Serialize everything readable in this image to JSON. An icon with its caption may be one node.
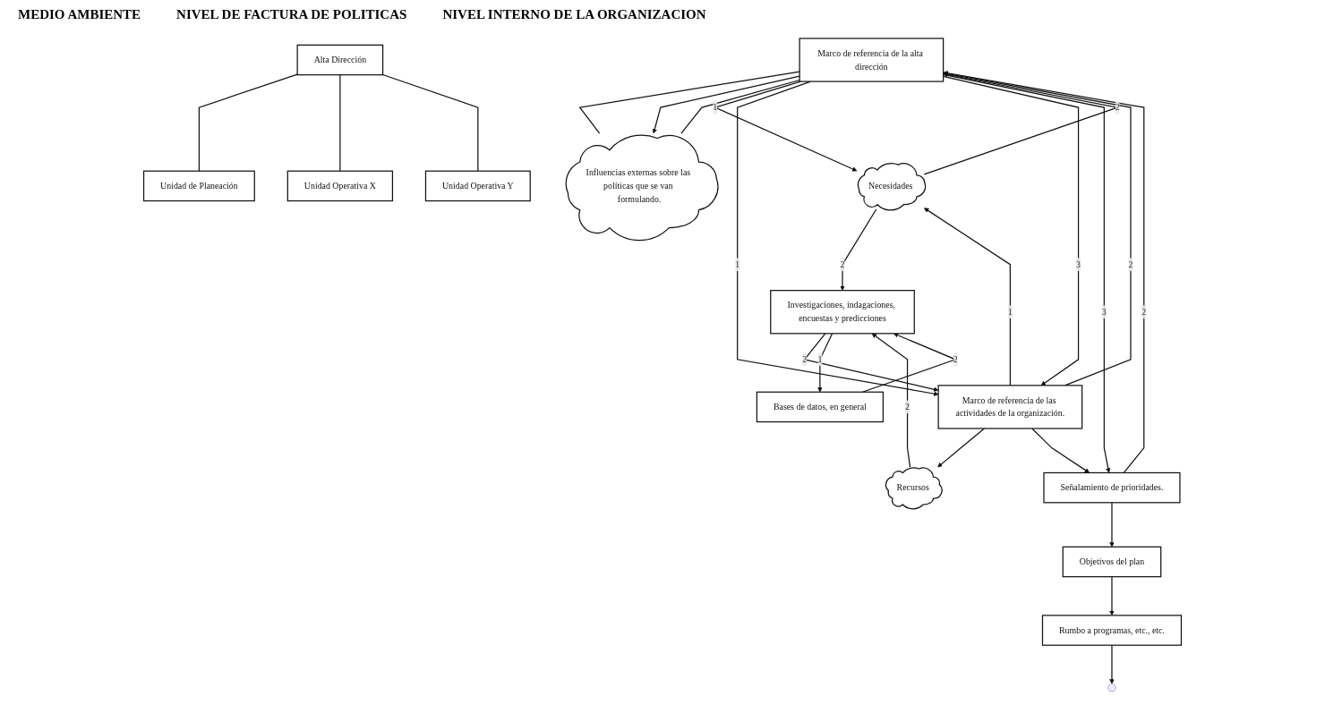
{
  "diagram": {
    "nodes": [
      {
        "text": [
          "Influencias externas sobre las políticas que se van formulando."
        ]
      },
      {
        "text": [
          "Marco de referencia de la alta dirección"
        ]
      },
      {
        "text": [
          "Necesidades"
        ]
      },
      {
        "text": [
          "Recursos"
        ]
      },
      {
        "text": [
          "Marco de referencia de las actividades de la organización."
        ]
      },
      {
        "text": [
          "Señalamiento de prioridades."
        ]
      },
      {
        "text": [
          "Objetivos del plan"
        ]
      },
      {
        "text": [
          "Rumbo a programas, etc., etc."
        ]
      },
      {
        "text": [
          "Bases de datos, en general"
        ]
      },
      {
        "text": [
          "Investigaciones, indagaciones, encuestas y predicciones"
        ]
      },
      {
        "text": [
          "Alta Dirección"
        ]
      },
      {
        "text": [
          "Unidad de Planeación"
        ]
      },
      {
        "text": [
          "Unidad Operativa X"
        ]
      },
      {
        "text": [
          "Unidad Operativa Y"
        ]
      }
    ],
    "edges": [
      {
        "from": 1,
        "to": 0,
        "arrow": "none"
      },
      {
        "from": 1,
        "to": 0,
        "arrow": "to"
      },
      {
        "from": 1,
        "to": 0,
        "arrow": "none"
      },
      {
        "from": 1,
        "to": 2,
        "label": "1",
        "arrow": "to"
      },
      {
        "from": 2,
        "to": 1,
        "label": "2",
        "arrow": "to"
      },
      {
        "from": 1,
        "to": 4,
        "label": "1",
        "arrow": "to"
      },
      {
        "from": 4,
        "to": 1,
        "label": "2",
        "arrow": "to"
      },
      {
        "from": 1,
        "to": 4,
        "label": "3",
        "arrow": "to"
      },
      {
        "from": 1,
        "to": 5,
        "label": "3",
        "arrow": "to"
      },
      {
        "from": 5,
        "to": 1,
        "label": "2",
        "arrow": "to"
      },
      {
        "from": 4,
        "to": 2,
        "label": "1",
        "arrow": "to"
      },
      {
        "from": 4,
        "to": 3,
        "arrow": "to"
      },
      {
        "from": 4,
        "to": 5,
        "arrow": "to"
      },
      {
        "from": 5,
        "to": 6,
        "arrow": "to"
      },
      {
        "from": 6,
        "to": 7,
        "arrow": "to"
      },
      {
        "from": 7,
        "to": null,
        "arrow": "to"
      },
      {
        "from": 9,
        "to": 4,
        "label": "2",
        "arrow": "to"
      },
      {
        "from": 9,
        "to": 8,
        "label": "1",
        "arrow": "to"
      },
      {
        "from": 8,
        "to": 9,
        "label": "2",
        "arrow": "to"
      },
      {
        "from": 2,
        "to": 9,
        "label": "2",
        "arrow": "to"
      },
      {
        "from": 3,
        "to": 9,
        "label": "2",
        "arrow": "to"
      },
      {
        "from": 10,
        "to": 11,
        "arrow": "none"
      },
      {
        "from": 10,
        "to": 12,
        "arrow": "none"
      },
      {
        "from": 10,
        "to": 13,
        "arrow": "none"
      }
    ],
    "labels": [
      "MEDIO AMBIENTE",
      "NIVEL DE FACTURA DE POLITICAS",
      "NIVEL INTERNO DE LA ORGANIZACION"
    ]
  }
}
